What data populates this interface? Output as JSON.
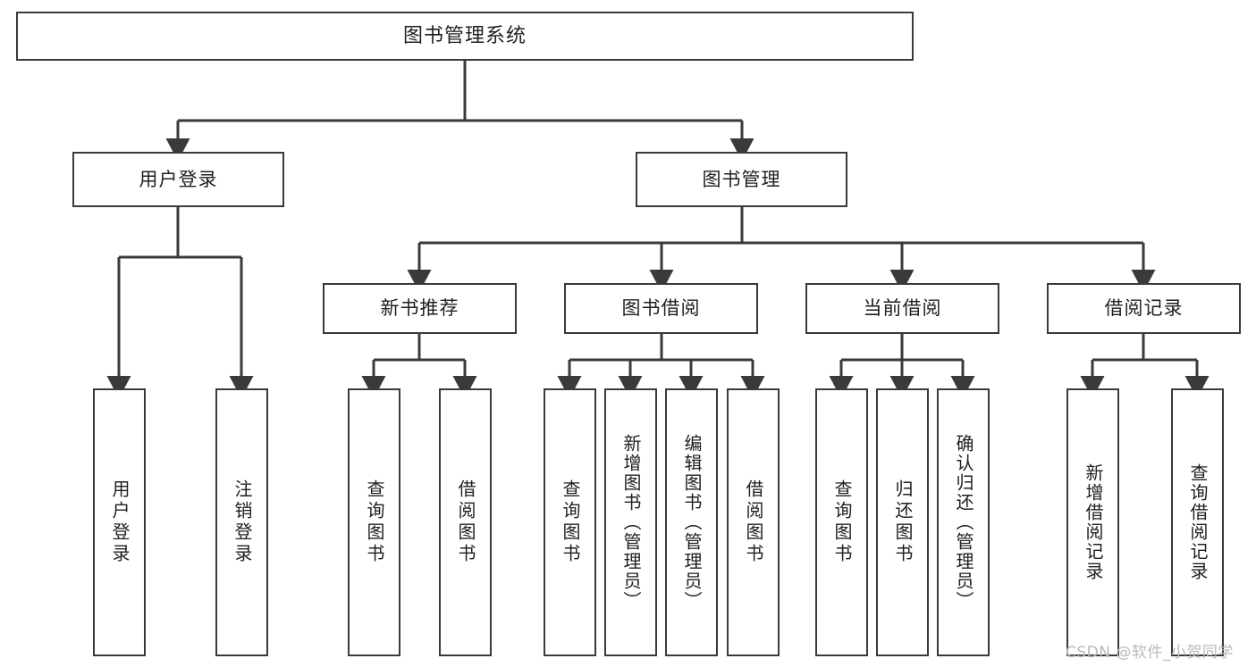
{
  "diagram": {
    "title": "图书管理系统",
    "type": "tree",
    "watermark": "CSDN @软件_小贺同学",
    "colors": {
      "box_border": "#3a3a3a",
      "box_fill": "#ffffff",
      "edge": "#3a3a3a",
      "text": "#1f1f1f",
      "watermark": "#b9b9b9"
    },
    "nodes": {
      "root": {
        "label": "图书管理系统"
      },
      "level2": [
        {
          "id": "user-login",
          "label": "用户登录"
        },
        {
          "id": "book-manage",
          "label": "图书管理"
        }
      ],
      "level3": [
        {
          "id": "new-book-recommend",
          "label": "新书推荐"
        },
        {
          "id": "book-borrow",
          "label": "图书借阅"
        },
        {
          "id": "current-borrow",
          "label": "当前借阅"
        },
        {
          "id": "borrow-record",
          "label": "借阅记录"
        }
      ],
      "leaves": {
        "user-login": [
          {
            "id": "leaf-user-login",
            "label": "用户登录"
          },
          {
            "id": "leaf-user-logout",
            "label": "注销登录"
          }
        ],
        "new-book-recommend": [
          {
            "id": "leaf-query-book-1",
            "label": "查询图书"
          },
          {
            "id": "leaf-borrow-book-1",
            "label": "借阅图书"
          }
        ],
        "book-borrow": [
          {
            "id": "leaf-query-book-2",
            "label": "查询图书"
          },
          {
            "id": "leaf-add-book",
            "label": "新增图书（管理员）"
          },
          {
            "id": "leaf-edit-book",
            "label": "编辑图书（管理员）"
          },
          {
            "id": "leaf-borrow-book-2",
            "label": "借阅图书"
          }
        ],
        "current-borrow": [
          {
            "id": "leaf-query-book-3",
            "label": "查询图书"
          },
          {
            "id": "leaf-return-book",
            "label": "归还图书"
          },
          {
            "id": "leaf-confirm-return",
            "label": "确认归还（管理员）"
          }
        ],
        "borrow-record": [
          {
            "id": "leaf-add-record",
            "label": "新增借阅记录"
          },
          {
            "id": "leaf-query-record",
            "label": "查询借阅记录"
          }
        ]
      }
    }
  }
}
